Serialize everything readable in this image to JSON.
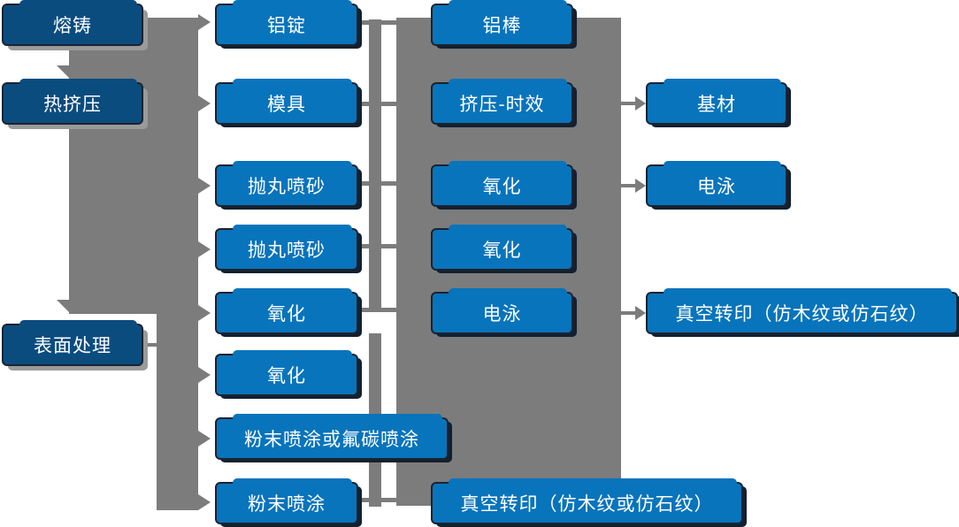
{
  "diagram": {
    "type": "process-flowchart",
    "language": "zh-CN",
    "topic": "aluminum profile production and surface finishing flow",
    "colors": {
      "stage_node_fill": "#0B4C7F",
      "process_node_fill": "#0874BC",
      "connector_gray": "#7C7C7C",
      "node_border": "#1B2330",
      "node_text": "#FFFFFF",
      "background": "#FFFFFF"
    },
    "columns": [
      {
        "role": "stage",
        "items": [
          "熔铸",
          "热挤压",
          "表面处理"
        ]
      },
      {
        "role": "process",
        "items": [
          "铝锭",
          "模具",
          "抛丸喷砂",
          "抛丸喷砂",
          "氧化",
          "氧化",
          "粉末喷涂或氟碳喷涂",
          "粉末喷涂"
        ]
      },
      {
        "role": "process",
        "items": [
          "铝棒",
          "挤压-时效",
          "氧化",
          "氧化",
          "电泳",
          "真空转印（仿木纹或仿石纹）"
        ]
      },
      {
        "role": "output",
        "items": [
          "基材",
          "电泳",
          "真空转印（仿木纹或仿石纹）"
        ]
      }
    ]
  }
}
